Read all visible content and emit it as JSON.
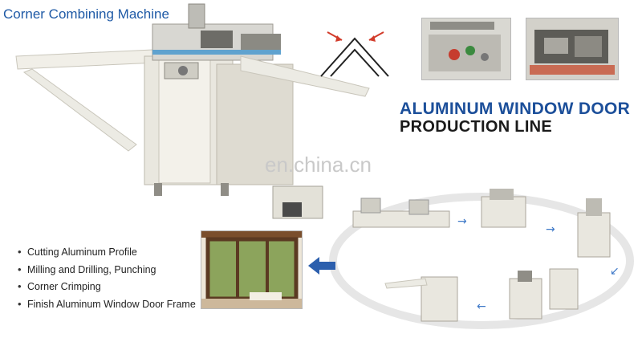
{
  "header": {
    "title": "Corner Combining Machine"
  },
  "watermark": {
    "text": "en.china.cn"
  },
  "production": {
    "line1": "ALUMINUM WINDOW DOOR",
    "line2": "PRODUCTION LINE"
  },
  "process_steps": [
    "Cutting Aluminum Profile",
    "Milling and Drilling, Punching",
    "Corner Crimping",
    "Finish Aluminum Window Door Frame"
  ],
  "colors": {
    "accent_blue": "#1f5aa6",
    "arrow_blue": "#3f79c8",
    "machine_body": "#eceae2"
  },
  "icons": {
    "flow_arrow": "arrow-icon",
    "result_arrow": "left-arrow-icon"
  }
}
